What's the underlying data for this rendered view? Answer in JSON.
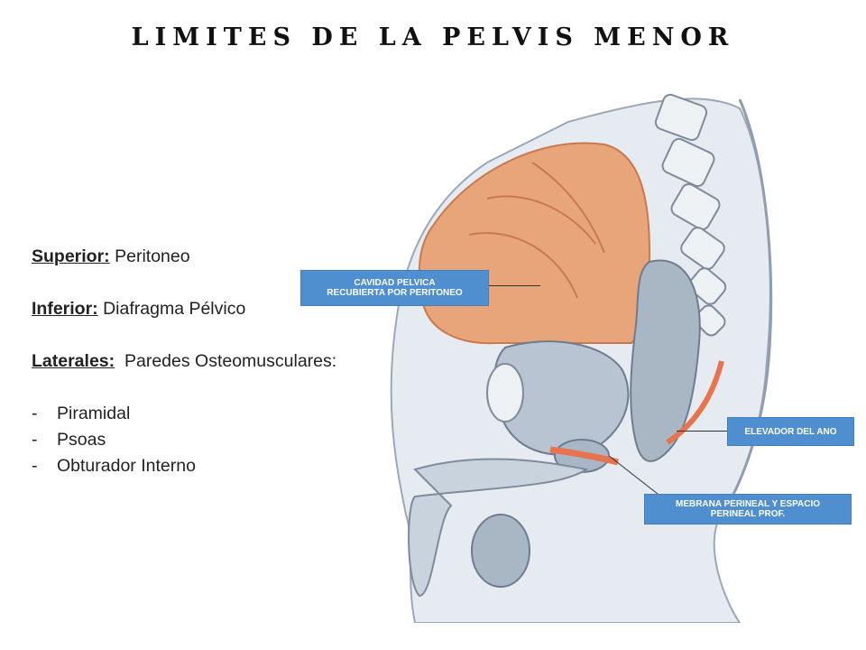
{
  "title": "LIMITES DE LA PELVIS MENOR",
  "sections": {
    "superior": {
      "label": "Superior:",
      "value": " Peritoneo"
    },
    "inferior": {
      "label": "Inferior:",
      "value": " Diafragma Pélvico"
    },
    "laterales": {
      "label": "Laterales:",
      "value": "  Paredes Osteomusculares:"
    }
  },
  "list": {
    "dash": "-",
    "items": [
      "Piramidal",
      "Psoas",
      "Obturador Interno"
    ]
  },
  "labels": {
    "cavidad": [
      "CAVIDAD PELVICA",
      "RECUBIERTA POR PERITONEO"
    ],
    "elevador": "ELEVADOR DEL ANO",
    "membrana": [
      "MEBRANA PERINEAL Y ESPACIO",
      "PERINEAL PROF."
    ]
  },
  "colors": {
    "label_bg": "#4f8fd0",
    "peritoneum": "#e9a57a",
    "tissue": "#cdd6e0",
    "muscle": "#e8734f"
  }
}
